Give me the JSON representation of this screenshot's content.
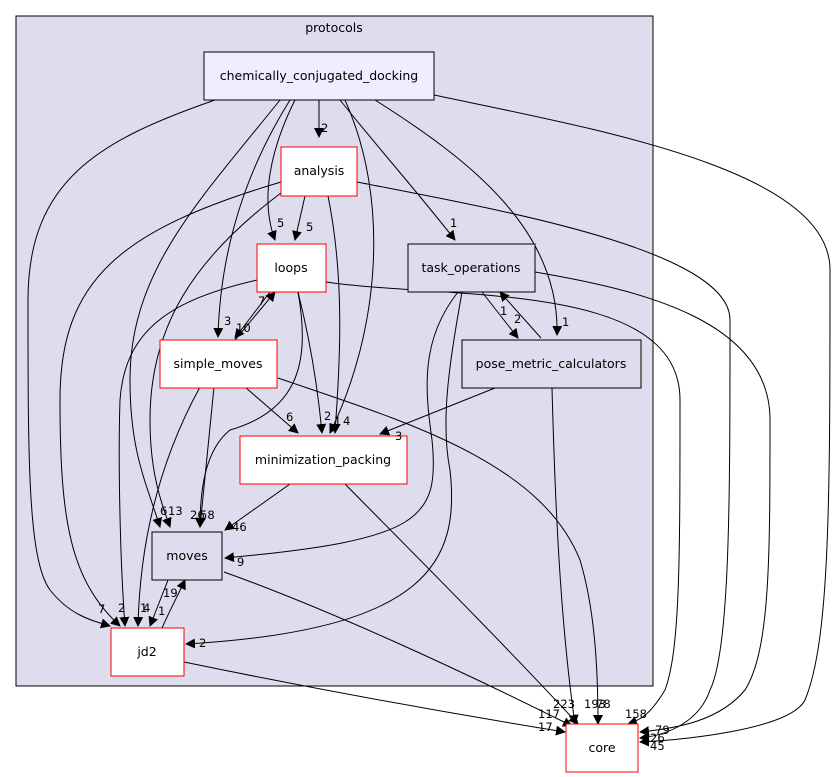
{
  "cluster": {
    "label": "protocols"
  },
  "nodes": {
    "ccd": "chemically_conjugated_docking",
    "analysis": "analysis",
    "loops": "loops",
    "task_operations": "task_operations",
    "simple_moves": "simple_moves",
    "pose_metric_calculators": "pose_metric_calculators",
    "minimization_packing": "minimization_packing",
    "moves": "moves",
    "jd2": "jd2",
    "core": "core"
  },
  "edge_labels": {
    "ccd_analysis": "2",
    "ccd_task_operations": "1",
    "ccd_pose_metric": "1",
    "ccd_jd2": "7",
    "ccd_moves_a": "6",
    "ccd_moves_b": "13",
    "ccd_core": "45",
    "ccd_loops": "5",
    "ccd_simple_moves": "3",
    "ccd_minimization": "4",
    "analysis_loops": "5",
    "analysis_minimization": "1",
    "analysis_core": "26",
    "loops_simple_moves": "10",
    "loops_minimization": "2",
    "loops_moves": "58",
    "loops_jd2": "1",
    "loops_core": "158",
    "simple_moves_loops": "7",
    "simple_moves_minimization": "6",
    "simple_moves_moves": "26",
    "simple_moves_jd2": "4",
    "simple_moves_core": "193",
    "task_operations_pose_metric": "1",
    "task_operations_moves": "9",
    "task_operations_jd2": "2",
    "task_operations_core": "79",
    "pose_metric_task_operations": "2",
    "pose_metric_minimization": "3",
    "pose_metric_core": "78",
    "minimization_moves": "46",
    "minimization_core": "223",
    "moves_jd2": "19",
    "moves_core": "117",
    "jd2_moves": "1",
    "jd2_core": "17",
    "analysis_jd2": "2"
  },
  "colors": {
    "cluster_fill": "#ddddee",
    "cluster_stroke": "#000000",
    "highlight_fill": "#eeeeff",
    "highlight_stroke": "#000000",
    "red_stroke": "#ff0000",
    "gray_fill": "#ddddee",
    "edge": "#000000"
  }
}
